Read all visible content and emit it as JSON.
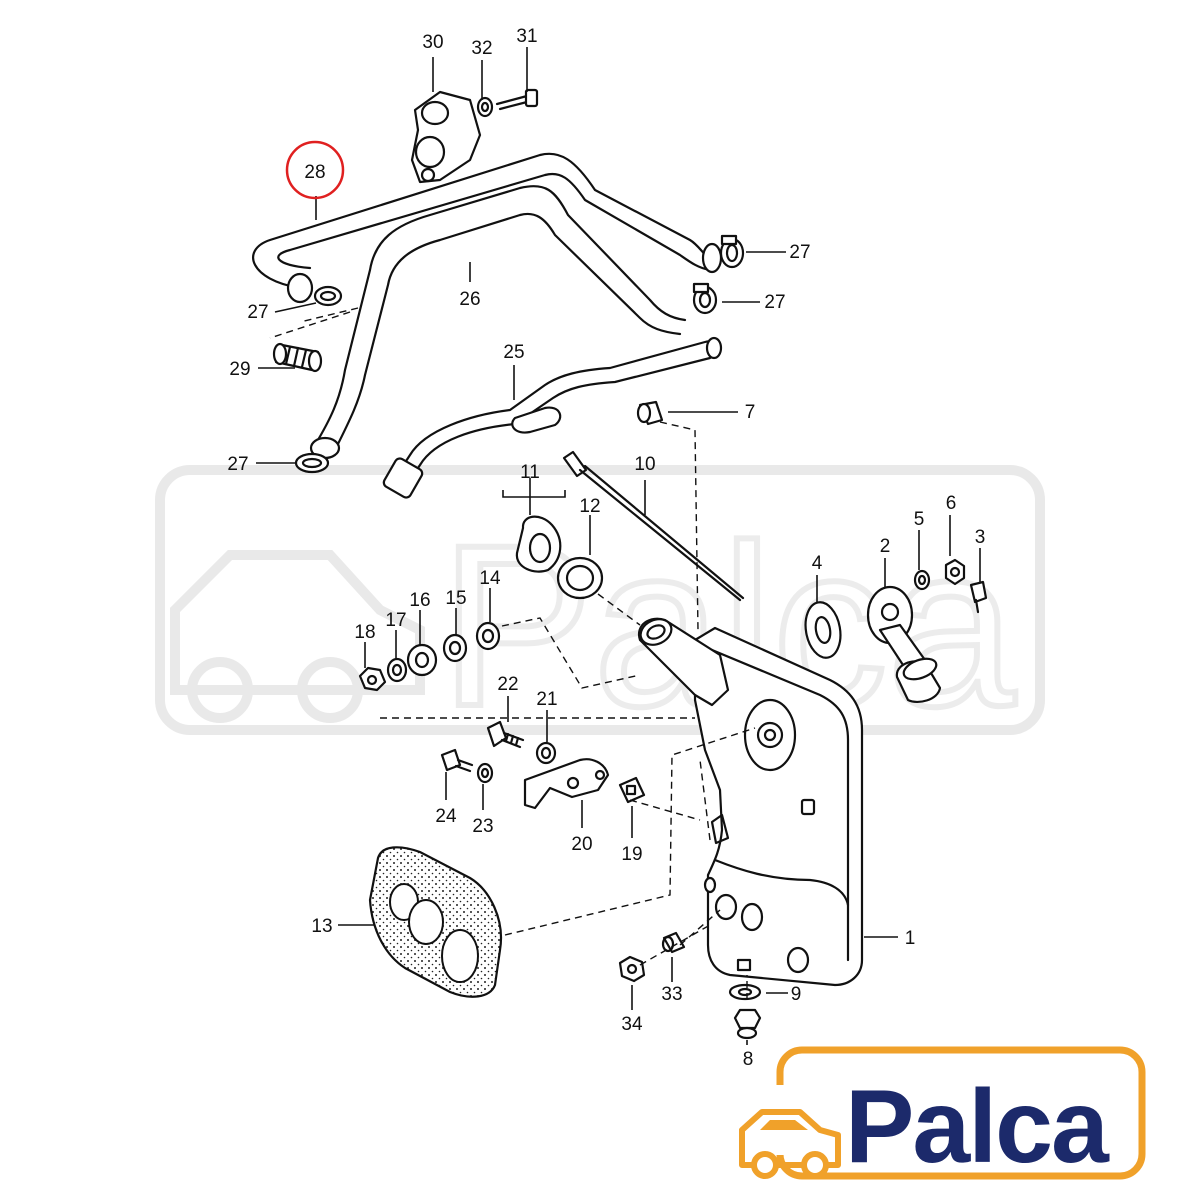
{
  "diagram": {
    "highlighted_part": "28",
    "part_labels": [
      "1",
      "2",
      "3",
      "4",
      "5",
      "6",
      "7",
      "8",
      "9",
      "10",
      "11",
      "12",
      "13",
      "14",
      "15",
      "16",
      "17",
      "18",
      "19",
      "20",
      "21",
      "22",
      "23",
      "24",
      "25",
      "26",
      "27",
      "28",
      "29",
      "30",
      "31",
      "32",
      "33",
      "34"
    ]
  },
  "logo": {
    "text": "Palca",
    "colors": {
      "blue": "#1c2a6b",
      "orange": "#f0a12a"
    }
  },
  "watermark": {
    "text": "Palca",
    "color": "#e9e9e9"
  },
  "highlight_color": "#e02020"
}
